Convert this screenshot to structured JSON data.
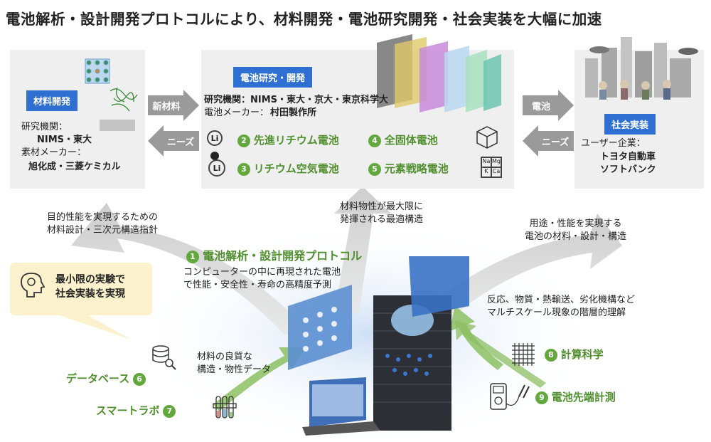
{
  "title": "電池解析・設計開発プロトコルにより、材料開発・電池研究開発・社会実装を大幅に加速",
  "materials": {
    "label": "材料開発",
    "institutions_label": "研究機関：",
    "institutions": "NIMS・東大",
    "makers_label": "素材メーカー：",
    "makers": "旭化成・三菱ケミカル"
  },
  "battery": {
    "label": "電池研究・開発",
    "institutions": "研究機関：NIMS・東大・京大・東京科学大",
    "makers_label": "電池メーカー：",
    "makers": "村田製作所",
    "items": [
      {
        "num": "2",
        "text": "先進リチウム電池"
      },
      {
        "num": "4",
        "text": "全固体電池"
      },
      {
        "num": "3",
        "text": "リチウム空気電池"
      },
      {
        "num": "5",
        "text": "元素戦略電池"
      }
    ],
    "li_symbol": "Li",
    "element_cells": [
      "Na",
      "Mg",
      "K",
      "Ca"
    ]
  },
  "society": {
    "label": "社会実装",
    "users_label": "ユーザー企業：",
    "users": [
      "トヨタ自動車",
      "ソフトバンク"
    ]
  },
  "arrows": {
    "new_material": "新材料",
    "needs_left": "ニーズ",
    "battery": "電池",
    "needs_right": "ニーズ"
  },
  "flows": {
    "left": [
      "目的性能を実現するための",
      "材料設計・三次元構造指針"
    ],
    "center": [
      "材料物性が最大限に",
      "発揮される最適構造"
    ],
    "right": [
      "用途・性能を実現する",
      "電池の材料・設計・構造"
    ]
  },
  "protocol": {
    "num": "1",
    "title": "電池解析・設計開発プロトコル",
    "desc": [
      "コンピューターの中に再現された電池",
      "で性能・安全性・寿命の高精度予測"
    ]
  },
  "callout": [
    "最小限の実験で",
    "社会実装を実現"
  ],
  "hierarchy": [
    "反応、物質・熱輸送、劣化機構など",
    "マルチスケール現象の階層的理解"
  ],
  "quality_data": [
    "材料の良質な",
    "構造・物性データ"
  ],
  "tools": [
    {
      "num": "6",
      "text": "データベース"
    },
    {
      "num": "7",
      "text": "スマートラボ"
    },
    {
      "num": "8",
      "text": "計算科学"
    },
    {
      "num": "9",
      "text": "電池先端計測"
    }
  ],
  "colors": {
    "accent_blue": "#2f6fd1",
    "green": "#4f8f2e",
    "arrow_gray": "#9a9a9a",
    "panel": "#efefef"
  }
}
